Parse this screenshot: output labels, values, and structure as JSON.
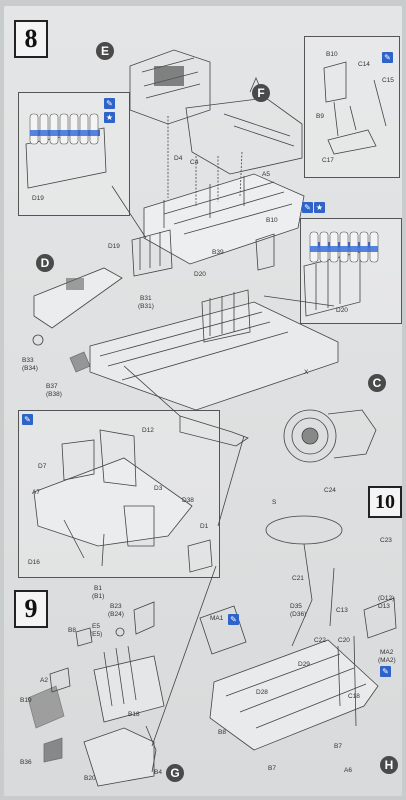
{
  "steps": {
    "step8": "8",
    "step9": "9",
    "step10": "10"
  },
  "callouts": {
    "E": "E",
    "F": "F",
    "D": "D",
    "C": "C",
    "G": "G",
    "H": "H"
  },
  "labels": {
    "D19_top": "D19",
    "D4": "D4",
    "C4": "C4",
    "A5": "A5",
    "B10_top": "B10",
    "C14": "C14",
    "C15": "C15",
    "B9": "B9",
    "C17": "C17",
    "B10": "B10",
    "D19": "D19",
    "B39": "B39",
    "D20": "D20",
    "D20_inset": "D20",
    "B31": "B31",
    "B31p": "(B31)",
    "X": "X",
    "B33": "B33",
    "B34": "(B34)",
    "B37": "B37",
    "B38": "(B38)",
    "D12": "D12",
    "D7": "D7",
    "A7": "A7",
    "D3": "D3",
    "D38": "D38",
    "D1": "D1",
    "D16": "D16",
    "S": "S",
    "C24": "C24",
    "C23": "C23",
    "C21": "C21",
    "D35": "D35",
    "D36": "(D36)",
    "C13": "C13",
    "D12b": "(D12)",
    "D13": "D13",
    "MA1": "MA1",
    "C22": "C22",
    "C20": "C20",
    "D29": "D29",
    "MA2": "MA2",
    "MA2p": "(MA2)",
    "D28": "D28",
    "C18": "C18",
    "B8_r": "B8",
    "B7": "B7",
    "B7b": "B7",
    "A6": "A6",
    "B1": "B1",
    "B1p": "(B1)",
    "B23": "B23",
    "B24": "(B24)",
    "E5": "E5",
    "E5p": "(E5)",
    "B8": "B8",
    "A2": "A2",
    "B18": "B18",
    "B19": "B19",
    "B36": "B36",
    "B20": "B20",
    "B4": "B4"
  },
  "icons": [
    "paint-brush-icon",
    "star-icon"
  ],
  "colors": {
    "paper": "#e1e3e4",
    "callout": "#4a4a4a",
    "paint_icon": "#2e63c9",
    "shell_band": "#3a6fd8"
  }
}
